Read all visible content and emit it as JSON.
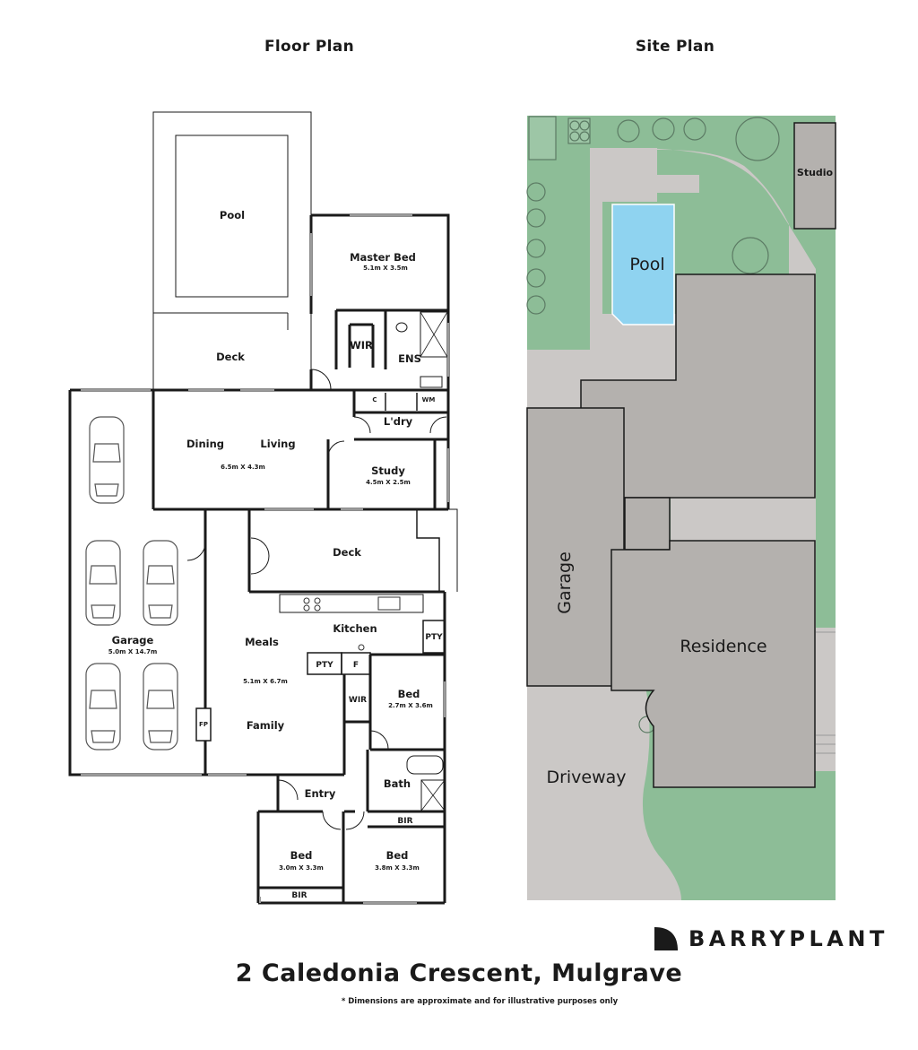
{
  "headings": {
    "floor_plan": "Floor Plan",
    "site_plan": "Site Plan"
  },
  "floor_plan": {
    "pool": "Pool",
    "master_bed": {
      "label": "Master Bed",
      "dims": "5.1m X 3.5m"
    },
    "wir_master": "WIR",
    "ens": "ENS",
    "deck_upper": "Deck",
    "c": "C",
    "wm": "WM",
    "ldry": "L'dry",
    "dining": "Dining",
    "living": "Living",
    "dining_living_dims": "6.5m X 4.3m",
    "study": {
      "label": "Study",
      "dims": "4.5m X 2.5m"
    },
    "deck_lower": "Deck",
    "garage": {
      "label": "Garage",
      "dims": "5.0m X 14.7m"
    },
    "kitchen": "Kitchen",
    "pty_right": "PTY",
    "pty_island": "PTY",
    "f": "F",
    "meals": "Meals",
    "meals_family_dims": "5.1m X 6.7m",
    "family": "Family",
    "fp": "FP",
    "wir_bed": "WIR",
    "bed_mid": {
      "label": "Bed",
      "dims": "2.7m X 3.6m"
    },
    "bath": "Bath",
    "entry": "Entry",
    "bir_mid": "BIR",
    "bed_left": {
      "label": "Bed",
      "dims": "3.0m X 3.3m"
    },
    "bir_left": "BIR",
    "bed_right": {
      "label": "Bed",
      "dims": "3.8m X 3.3m"
    }
  },
  "site_plan": {
    "studio": "Studio",
    "pool": "Pool",
    "garage": "Garage",
    "residence": "Residence",
    "driveway": "Driveway"
  },
  "brand": {
    "name": "BARRYPLANT"
  },
  "address": "2 Caledonia Crescent, Mulgrave",
  "disclaimer": "* Dimensions are approximate and for illustrative purposes only",
  "colors": {
    "lawn": "#8dbd97",
    "paving": "#cbc8c6",
    "building": "#b4b1ae",
    "pool_water": "#8fd3f0",
    "wall": "#1a1a1a"
  }
}
